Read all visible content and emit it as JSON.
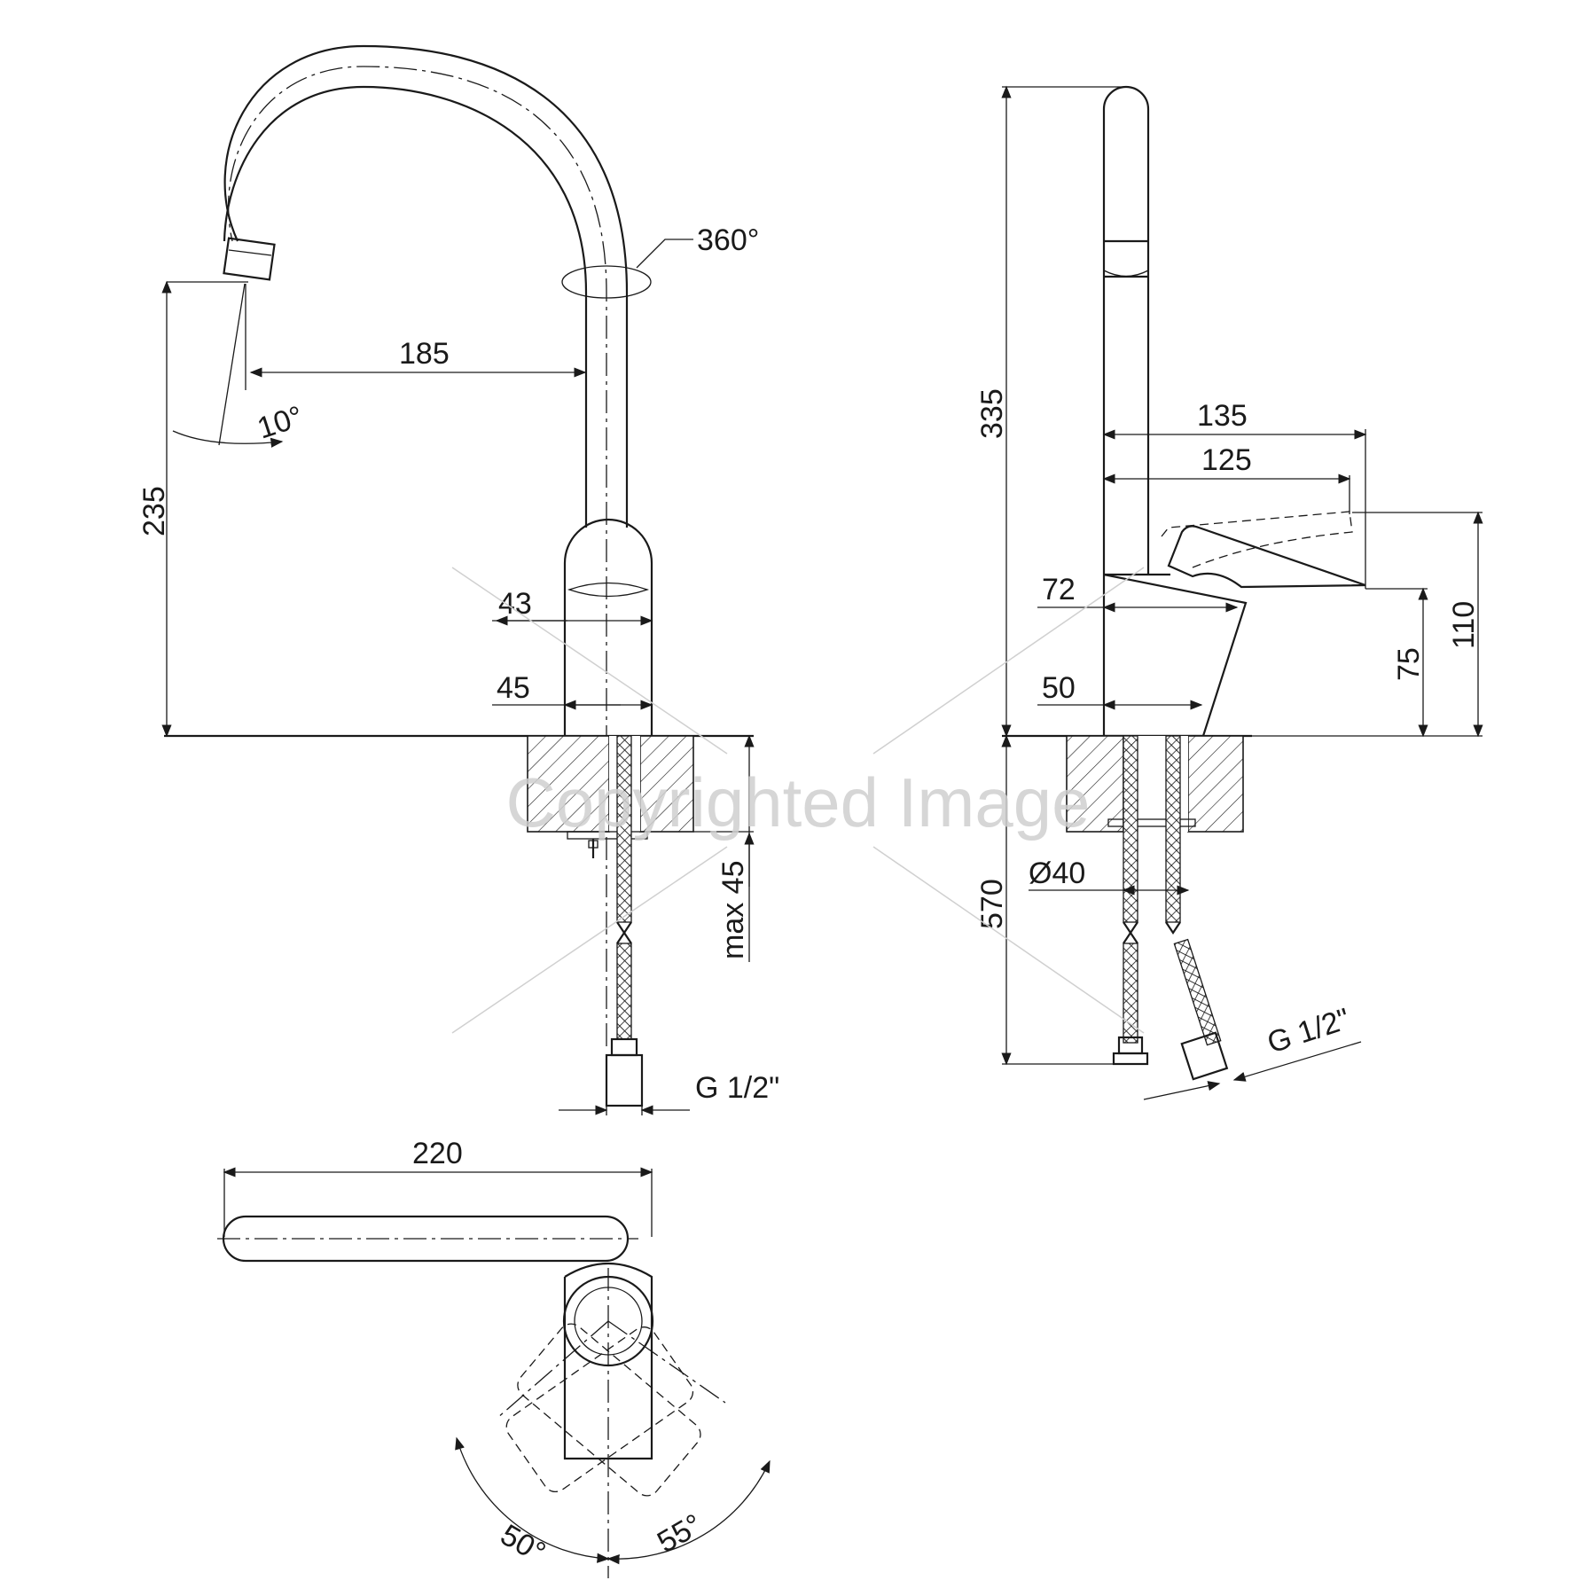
{
  "front_view": {
    "rotation_label": "360°",
    "spout_reach": "185",
    "spout_angle": "10°",
    "spout_height": "235",
    "body_width_upper": "43",
    "body_width_lower": "45",
    "max_deck_thickness": "max 45",
    "connection": "G 1/2\""
  },
  "side_view": {
    "total_height": "335",
    "lever_reach_max": "135",
    "lever_reach": "125",
    "lever_offset_upper": "72",
    "lever_offset_lower": "50",
    "lever_height_low": "75",
    "lever_height_high": "110",
    "hose_length": "570",
    "mounting_hole": "Ø40",
    "connection": "G 1/2\""
  },
  "top_view": {
    "spout_length": "220",
    "lever_angle_left": "50°",
    "lever_angle_right": "55°"
  },
  "watermark": "Copyrighted Image"
}
